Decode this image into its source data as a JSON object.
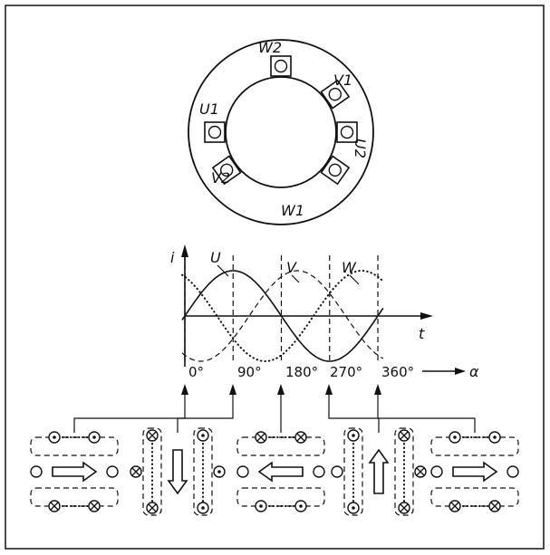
{
  "stator": {
    "terminals": [
      "W2",
      "V1",
      "U1",
      "U2",
      "V2",
      "W1"
    ]
  },
  "graph": {
    "y_label": "i",
    "x_label": "t",
    "alpha_label": "α",
    "series": [
      {
        "name": "U",
        "style": "solid",
        "phase_deg": 0
      },
      {
        "name": "V",
        "style": "dashed",
        "phase_deg": -120
      },
      {
        "name": "W",
        "style": "dotted",
        "phase_deg": -240
      }
    ],
    "angle_labels": [
      "0°",
      "90°",
      "180°",
      "270°",
      "360°"
    ]
  },
  "field_states": [
    {
      "angle": "0°",
      "arrow": "right"
    },
    {
      "angle": "90°",
      "arrow": "down"
    },
    {
      "angle": "180°",
      "arrow": "left"
    },
    {
      "angle": "270°",
      "arrow": "up"
    },
    {
      "angle": "360°",
      "arrow": "right"
    }
  ]
}
